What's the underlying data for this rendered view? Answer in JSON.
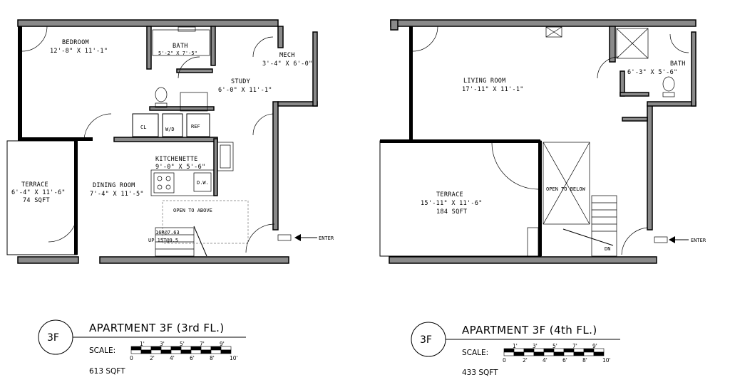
{
  "plan_left": {
    "rooms": {
      "bedroom_name": "BEDROOM",
      "bedroom_dims": "12'-8\" X 11'-1\"",
      "bath_name": "BATH",
      "bath_dims": "5'-2\" X 7'-5\"",
      "mech_name": "MECH",
      "mech_dims": "3'-4\" X 6'-0\"",
      "study_name": "STUDY",
      "study_dims": "6'-0\" X 11'-1\"",
      "kitchenette_name": "KITCHENETTE",
      "kitchenette_dims": "9'-0\" X 5'-6\"",
      "dining_name": "DINING ROOM",
      "dining_dims": "7'-4\" X 11'-5\"",
      "terrace_name": "TERRACE",
      "terrace_dims": "6'-4\" X 11'-6\"",
      "terrace_area": "74 SQFT",
      "open_to_above": "OPEN TO ABOVE",
      "cl_label": "CL",
      "wd_label": "W/D",
      "ref_label": "REF",
      "dw_label": "D.W.",
      "stair_label": "16R@7.63",
      "stair_label_2": "UP 15T@9.5"
    },
    "enter_label": "ENTER",
    "bubble_label": "3F",
    "title": "APARTMENT 3F (3rd FL.)",
    "scale_label": "SCALE:",
    "scale_ticks": [
      "0",
      "2'",
      "4'",
      "6'",
      "8'",
      "10'"
    ],
    "scale_ticks_top": [
      "1'",
      "3'",
      "5'",
      "7'",
      "9'"
    ],
    "area": "613 SQFT"
  },
  "plan_right": {
    "rooms": {
      "living_name": "LIVING ROOM",
      "living_dims": "17'-11\" X 11'-1\"",
      "bath_name": "BATH",
      "bath_dims": "6'-3\" X 5'-6\"",
      "terrace_name": "TERRACE",
      "terrace_dims": "15'-11\" X 11'-6\"",
      "terrace_area": "184 SQFT",
      "open_to_below": "OPEN TO BELOW",
      "dn_label": "DN"
    },
    "enter_label": "ENTER",
    "bubble_label": "3F",
    "title": "APARTMENT 3F (4th FL.)",
    "scale_label": "SCALE:",
    "scale_ticks": [
      "0",
      "2'",
      "4'",
      "6'",
      "8'",
      "10'"
    ],
    "scale_ticks_top": [
      "1'",
      "3'",
      "5'",
      "7'",
      "9'"
    ],
    "area": "433 SQFT"
  },
  "colors": {
    "wall": "#8a8a8a",
    "ink": "#000000"
  }
}
